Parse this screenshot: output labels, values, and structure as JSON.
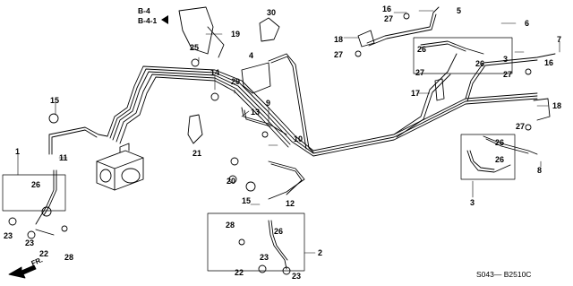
{
  "diagram": {
    "part_numbers": [
      "1",
      "2",
      "3",
      "4",
      "5",
      "6",
      "7",
      "8",
      "9",
      "10",
      "11",
      "12",
      "13",
      "14",
      "15",
      "16",
      "17",
      "18",
      "19",
      "20",
      "21",
      "22",
      "23",
      "25",
      "26",
      "27",
      "28",
      "29",
      "30"
    ],
    "references": [
      "B-4",
      "B-4-1"
    ],
    "front_label": "FR.",
    "diagram_code": "S043— B2510C"
  }
}
